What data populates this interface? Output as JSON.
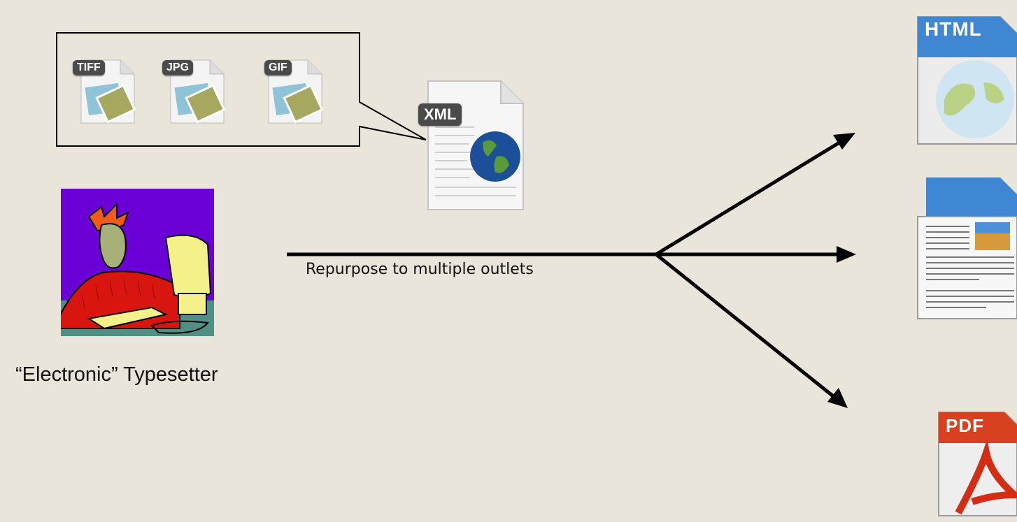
{
  "image_formats": [
    {
      "label": "TIFF",
      "icon": "tiff-image-icon"
    },
    {
      "label": "JPG",
      "icon": "jpg-image-icon"
    },
    {
      "label": "GIF",
      "icon": "gif-image-icon"
    }
  ],
  "xml_file": {
    "label": "XML",
    "icon": "xml-document-icon"
  },
  "typesetter": {
    "caption": "“Electronic” Typesetter",
    "icon": "typesetter-clipart"
  },
  "arrow_caption": "Repurpose to multiple outlets",
  "outputs": [
    {
      "label": "HTML",
      "icon": "html-file-icon"
    },
    {
      "label": "",
      "icon": "word-document-icon"
    },
    {
      "label": "PDF",
      "icon": "pdf-file-icon"
    }
  ],
  "colors": {
    "background": "#E9E5DA",
    "arrow": "#000000",
    "clipart_bg": "#6A00D5"
  }
}
